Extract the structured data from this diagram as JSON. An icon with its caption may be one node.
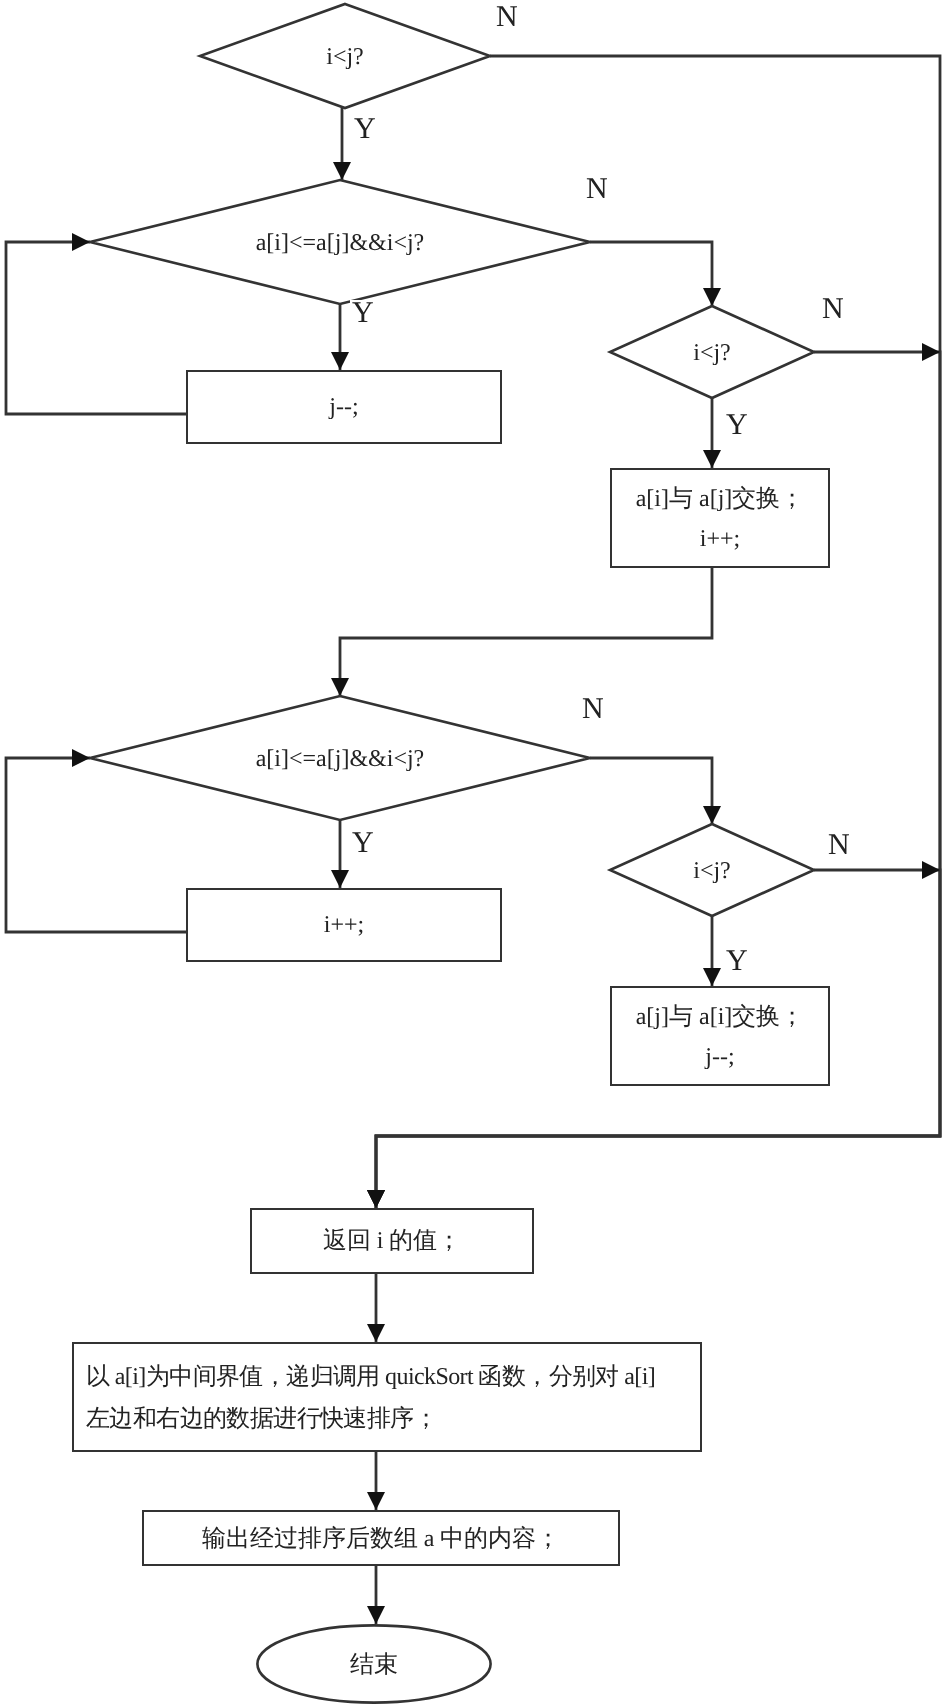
{
  "diagram": {
    "nodes": [
      {
        "text": [
          "i<j?"
        ]
      },
      {
        "text": [
          "a[i]<=a[j]&&i<j?"
        ]
      },
      {
        "text": [
          "j--;"
        ]
      },
      {
        "text": [
          "i<j?"
        ]
      },
      {
        "text": [
          "a[i]与 a[j]交换； i++;"
        ]
      },
      {
        "text": [
          "a[i]<=a[j]&&i<j?"
        ]
      },
      {
        "text": [
          "i++;"
        ]
      },
      {
        "text": [
          "i<j?"
        ]
      },
      {
        "text": [
          "a[j]与 a[i]交换； j--;"
        ]
      },
      {
        "text": [
          "返回 i 的值；"
        ]
      },
      {
        "text": [
          "以 a[i]为中间界值，递归调用 quickSort 函数，分别对 a[i]左边和右边的数据进行快速排序；"
        ]
      },
      {
        "text": [
          "输出经过排序后数组 a 中的内容；"
        ]
      },
      {
        "text": [
          "结束"
        ]
      }
    ],
    "edges": [
      {
        "from": 0,
        "to": 1,
        "arrow": "to",
        "label": "Y"
      },
      {
        "from": 0,
        "to": 9,
        "arrow": "to",
        "label": "N"
      },
      {
        "from": 1,
        "to": 2,
        "arrow": "to",
        "label": "Y"
      },
      {
        "from": 2,
        "to": 1,
        "arrow": "to"
      },
      {
        "from": 1,
        "to": 3,
        "arrow": "to",
        "label": "N"
      },
      {
        "from": 3,
        "to": 4,
        "arrow": "to",
        "label": "Y"
      },
      {
        "from": 3,
        "to": 9,
        "arrow": "to",
        "label": "N"
      },
      {
        "from": 4,
        "to": 5,
        "arrow": "to"
      },
      {
        "from": 5,
        "to": 6,
        "arrow": "to",
        "label": "Y"
      },
      {
        "from": 6,
        "to": 5,
        "arrow": "to"
      },
      {
        "from": 5,
        "to": 7,
        "arrow": "to",
        "label": "N"
      },
      {
        "from": 7,
        "to": 8,
        "arrow": "to",
        "label": "Y"
      },
      {
        "from": 7,
        "to": 9,
        "arrow": "to",
        "label": "N"
      },
      {
        "from": 9,
        "to": 10,
        "arrow": "to"
      },
      {
        "from": 10,
        "to": 11,
        "arrow": "to"
      },
      {
        "from": 11,
        "to": 12,
        "arrow": "to"
      }
    ]
  }
}
